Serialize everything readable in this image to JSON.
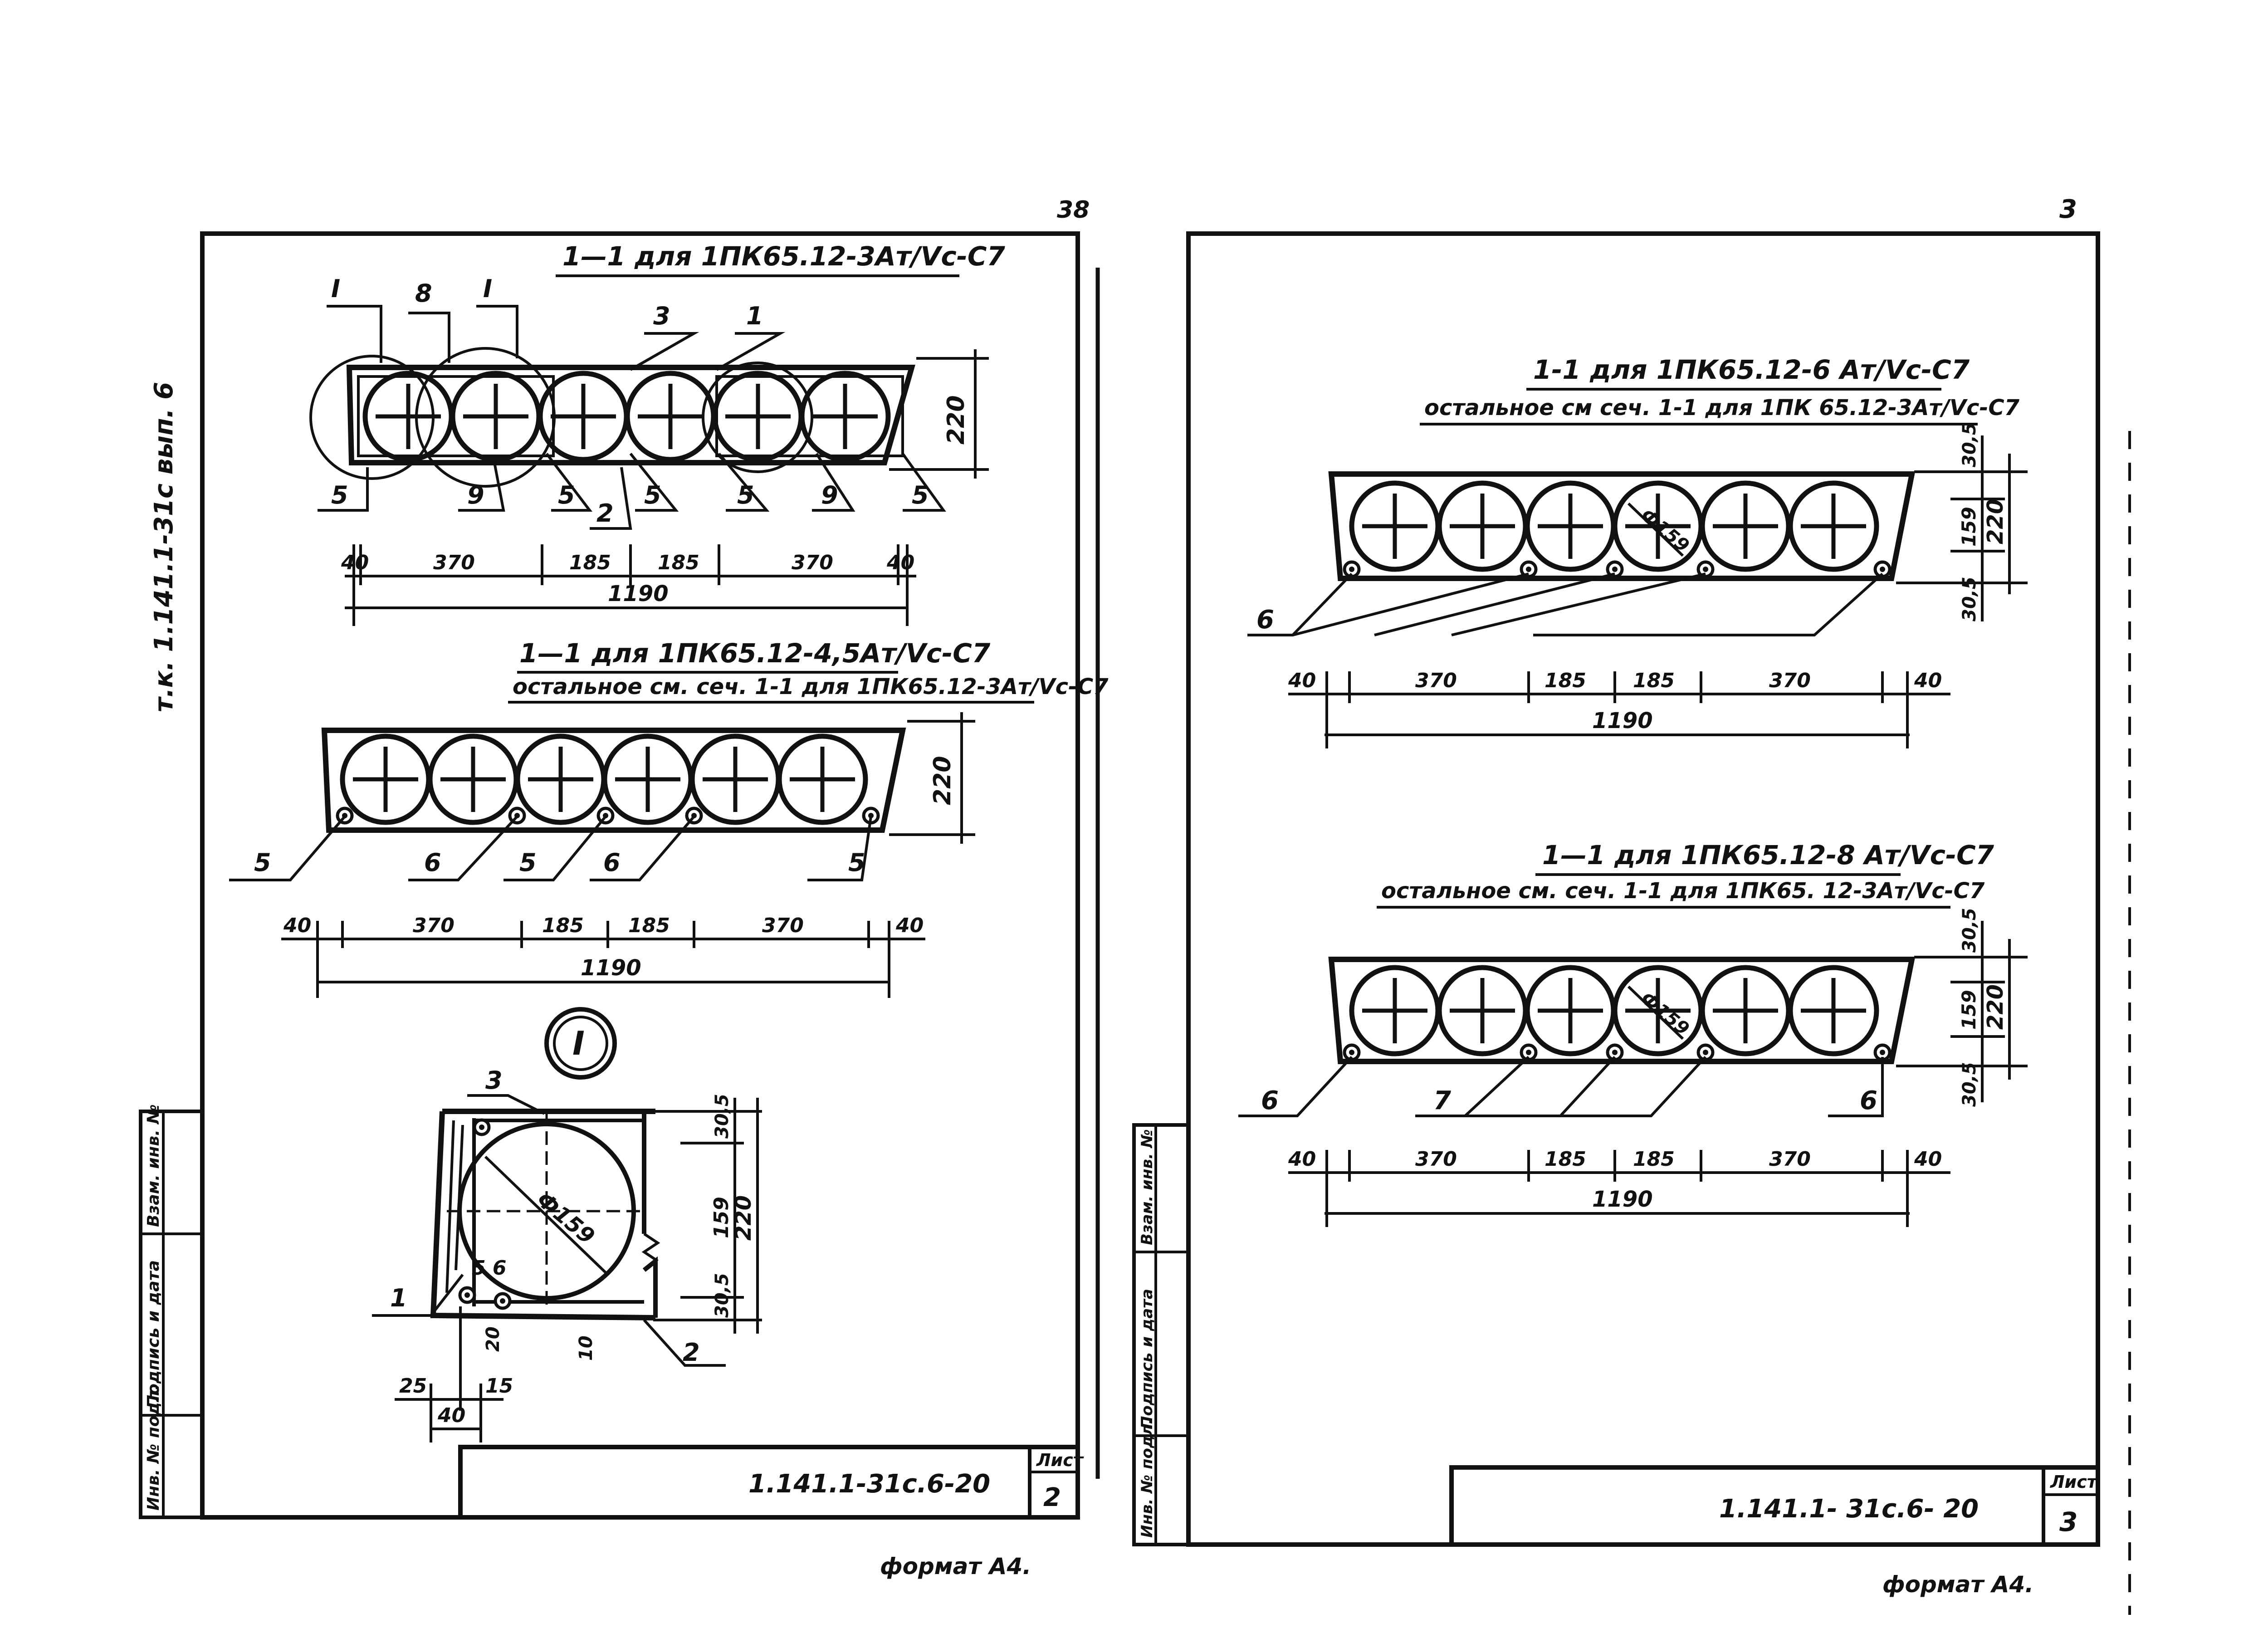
{
  "left_sheet": {
    "page_number": "38",
    "side_text": "т.к. 1.141.1-31с  вып. 6",
    "section_a_title": "1—1 для 1ПК65.12-3Ат/Vс-С7",
    "section_b_title": "1—1 для 1ПК65.12-4,5Ат/Vс-С7",
    "section_b_note": "остальное см. сеч. 1-1 для 1ПК65.12-3Ат/Vс-С7",
    "detail_marker": "I",
    "callouts_a_top": [
      "I",
      "8",
      "I",
      "3",
      "1"
    ],
    "callouts_a_bottom": [
      "5",
      "9",
      "5",
      "2",
      "5",
      "5",
      "9",
      "5"
    ],
    "callouts_b": [
      "5",
      "6",
      "5",
      "6",
      "5"
    ],
    "height_a": "220",
    "height_b": "220",
    "dims_a": [
      "40",
      "370",
      "185",
      "185",
      "370",
      "40"
    ],
    "total_a": "1190",
    "dims_b": [
      "40",
      "370",
      "185",
      "185",
      "370",
      "40"
    ],
    "total_b": "1190",
    "detail_callouts": [
      "3",
      "1",
      "5 6",
      "2"
    ],
    "detail_diameter": "Ф159",
    "detail_dims_v": [
      "30,5",
      "159",
      "30,5"
    ],
    "detail_dim_total": "220",
    "detail_dim_10": "10",
    "detail_dim_20": "20",
    "detail_dims_h": [
      "25",
      "15",
      "40"
    ],
    "stamp_labels": [
      "Инв. № подл.",
      "Подпись и дата",
      "Взам. инв. №"
    ],
    "stamp_code": "1.141.1-31с.6-20",
    "stamp_sheet_label": "Лист",
    "stamp_sheet_no": "2",
    "format": "формат А4."
  },
  "right_sheet": {
    "page_number": "3",
    "section_c_title": "1-1 для 1ПК65.12-6 Ат/Vс-С7",
    "section_c_note": "остальное см сеч. 1-1 для 1ПК 65.12-3Ат/Vс-С7",
    "section_d_title": "1—1 для 1ПК65.12-8 Ат/Vс-С7",
    "section_d_note": "остальное см. сеч. 1-1 для 1ПК65. 12-3Ат/Vс-С7",
    "callouts_c": [
      "6"
    ],
    "callouts_d": [
      "6",
      "7",
      "6"
    ],
    "diameter_label": "Ф159",
    "dims_v_c": [
      "30,5",
      "159",
      "30,5"
    ],
    "total_v_c": "220",
    "dims_v_d": [
      "30,5",
      "159",
      "30,5"
    ],
    "total_v_d": "220",
    "dims_c": [
      "40",
      "370",
      "185",
      "185",
      "370",
      "40"
    ],
    "total_c": "1190",
    "dims_d": [
      "40",
      "370",
      "185",
      "185",
      "370",
      "40"
    ],
    "total_d": "1190",
    "stamp_labels": [
      "Инв. № подл.",
      "Подпись и дата",
      "Взам. инв. №"
    ],
    "stamp_code": "1.141.1- 31с.6- 20",
    "stamp_sheet_label": "Лист",
    "stamp_sheet_no": "3",
    "format": "формат А4."
  }
}
